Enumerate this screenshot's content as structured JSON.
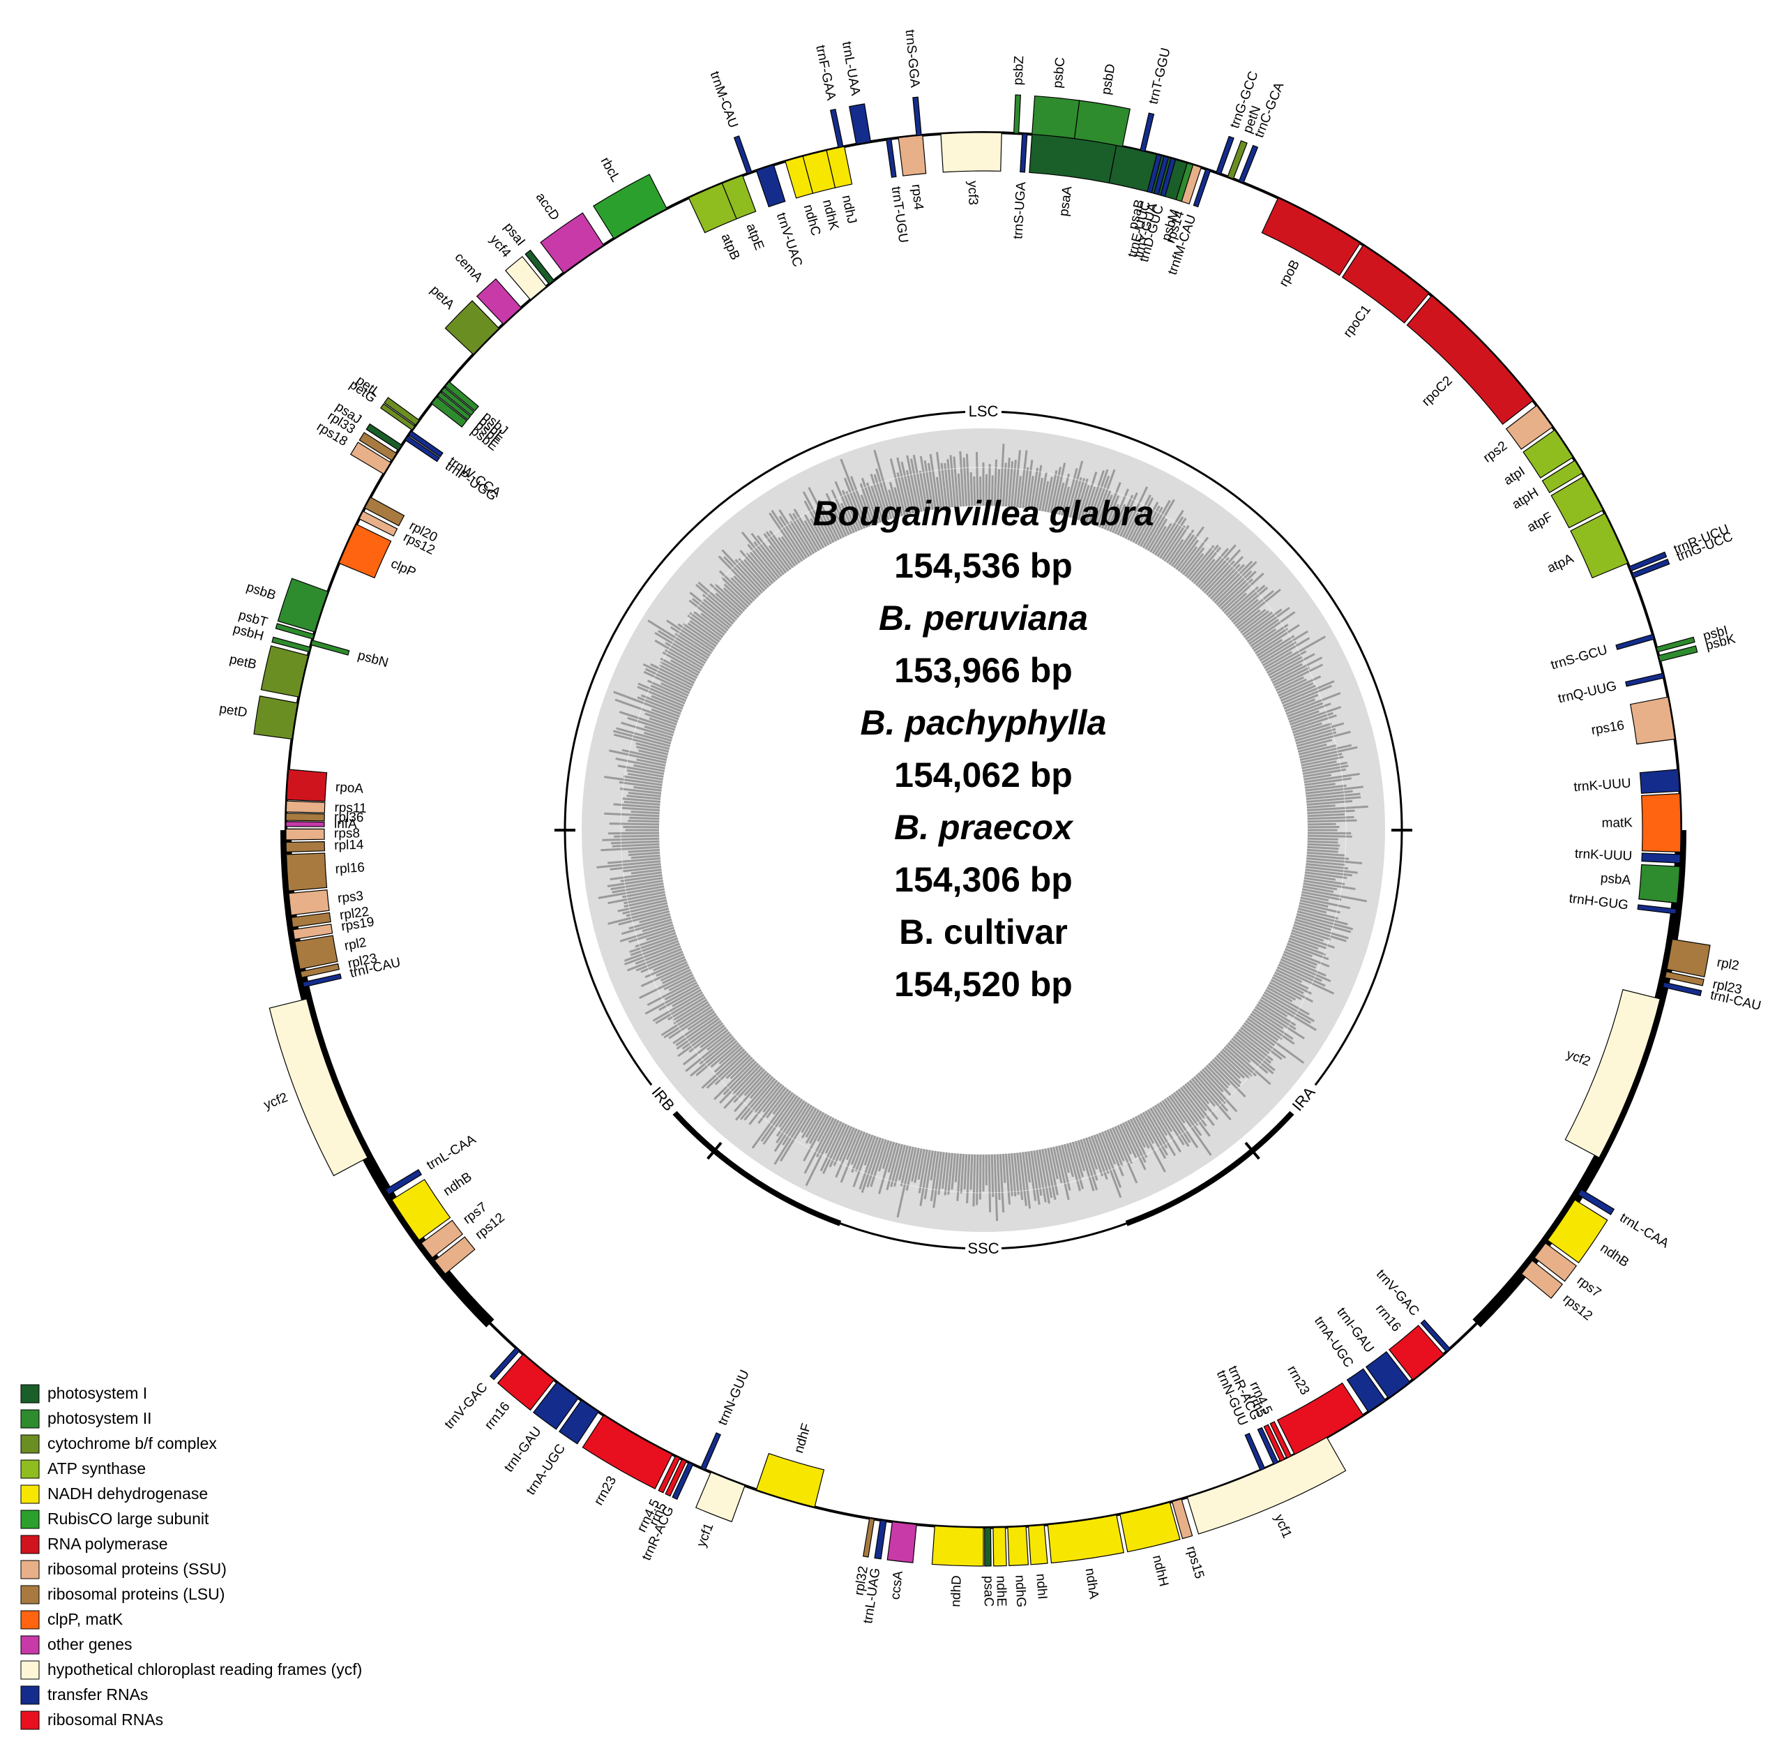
{
  "center": {
    "lines": [
      {
        "text": "Bougainvillea glabra",
        "italic": true
      },
      {
        "text": "154,536 bp",
        "italic": false
      },
      {
        "text": "B. peruviana",
        "italic": true
      },
      {
        "text": "153,966 bp",
        "italic": false
      },
      {
        "text": "B. pachyphylla",
        "italic": true
      },
      {
        "text": "154,062 bp",
        "italic": false
      },
      {
        "text": "B. praecox",
        "italic": true
      },
      {
        "text": "154,306 bp",
        "italic": false
      },
      {
        "text": "B. cultivar",
        "italic": false
      },
      {
        "text": "154,520 bp",
        "italic": false
      }
    ]
  },
  "regions": [
    {
      "label": "LSC",
      "angle": 0
    },
    {
      "label": "IRA",
      "angle": 130
    },
    {
      "label": "SSC",
      "angle": 180
    },
    {
      "label": "IRB",
      "angle": 230
    }
  ],
  "colors": {
    "photosystem_I": "#1a5e2a",
    "photosystem_II": "#2e8b2e",
    "cytb6f": "#6b8e23",
    "atp": "#8fbc1f",
    "ndh": "#f7e600",
    "rubisco": "#2ca02c",
    "rnapol": "#d0141e",
    "ssu": "#e8b088",
    "lsu": "#a87a40",
    "clpp_matk": "#ff6410",
    "other": "#c73aa8",
    "ycf": "#fdf7d8",
    "trna": "#142c8c",
    "rrna": "#e8101e"
  },
  "genes": [
    {
      "name": "psaA",
      "cat": "photosystem_I",
      "a1": 4,
      "a2": 11,
      "side": "in"
    },
    {
      "name": "psaB",
      "cat": "photosystem_I",
      "a1": 11,
      "a2": 17,
      "side": "in"
    },
    {
      "name": "rps14",
      "cat": "ssu",
      "a1": 17.2,
      "a2": 18.2,
      "side": "in"
    },
    {
      "name": "trnfM-CAU",
      "cat": "trna",
      "a1": 18.6,
      "a2": 19,
      "side": "in"
    },
    {
      "name": "trnG-GCC",
      "cat": "trna",
      "a1": 19.5,
      "a2": 19.9,
      "side": "out"
    },
    {
      "name": "ycf3",
      "cat": "ycf",
      "a1": -3.5,
      "a2": 1.5,
      "side": "in"
    },
    {
      "name": "rps4",
      "cat": "ssu",
      "a1": -7,
      "a2": -5,
      "side": "in"
    },
    {
      "name": "trnS-GGA",
      "cat": "trna",
      "a1": -5.5,
      "a2": -5.1,
      "side": "out"
    },
    {
      "name": "trnT-UGU",
      "cat": "trna",
      "a1": -8,
      "a2": -7.6,
      "side": "in"
    },
    {
      "name": "trnL-UAA",
      "cat": "trna",
      "a1": -10.5,
      "a2": -9.3,
      "side": "out"
    },
    {
      "name": "trnF-GAA",
      "cat": "trna",
      "a1": -12,
      "a2": -11.6,
      "side": "out"
    },
    {
      "name": "ndhJ",
      "cat": "ndh",
      "a1": -13,
      "a2": -11.5,
      "side": "in"
    },
    {
      "name": "ndhK",
      "cat": "ndh",
      "a1": -15,
      "a2": -13,
      "side": "in"
    },
    {
      "name": "ndhC",
      "cat": "ndh",
      "a1": -16.5,
      "a2": -15,
      "side": "in"
    },
    {
      "name": "trnV-UAC",
      "cat": "trna",
      "a1": -19,
      "a2": -17.5,
      "side": "in"
    },
    {
      "name": "trnM-CAU",
      "cat": "trna",
      "a1": -19.8,
      "a2": -19.4,
      "side": "out"
    },
    {
      "name": "atpE",
      "cat": "atp",
      "a1": -22,
      "a2": -20.2,
      "side": "in"
    },
    {
      "name": "atpB",
      "cat": "atp",
      "a1": -25,
      "a2": -22,
      "side": "in"
    },
    {
      "name": "rbcL",
      "cat": "rubisco",
      "a1": -32,
      "a2": -27,
      "side": "out"
    },
    {
      "name": "accD",
      "cat": "other",
      "a1": -37,
      "a2": -33,
      "side": "out"
    },
    {
      "name": "psaI",
      "cat": "photosystem_I",
      "a1": -38.5,
      "a2": -38,
      "side": "out"
    },
    {
      "name": "ycf4",
      "cat": "ycf",
      "a1": -40.5,
      "a2": -38.8,
      "side": "out"
    },
    {
      "name": "cemA",
      "cat": "other",
      "a1": -43.5,
      "a2": -41.5,
      "side": "out"
    },
    {
      "name": "petA",
      "cat": "cytb6f",
      "a1": -47,
      "a2": -44,
      "side": "out"
    },
    {
      "name": "psbJ",
      "cat": "photosystem_II",
      "a1": -50.5,
      "a2": -50,
      "side": "in"
    },
    {
      "name": "psbL",
      "cat": "photosystem_II",
      "a1": -51,
      "a2": -50.6,
      "side": "in"
    },
    {
      "name": "psbF",
      "cat": "photosystem_II",
      "a1": -51.5,
      "a2": -51.1,
      "side": "in"
    },
    {
      "name": "psbE",
      "cat": "photosystem_II",
      "a1": -52.3,
      "a2": -51.6,
      "side": "in"
    },
    {
      "name": "petL",
      "cat": "cytb6f",
      "a1": -54.5,
      "a2": -54,
      "side": "out"
    },
    {
      "name": "petG",
      "cat": "cytb6f",
      "a1": -55,
      "a2": -54.6,
      "side": "out"
    },
    {
      "name": "trnW-CCA",
      "cat": "trna",
      "a1": -55.5,
      "a2": -55.1,
      "side": "in"
    },
    {
      "name": "trnP-UGG",
      "cat": "trna",
      "a1": -56,
      "a2": -55.6,
      "side": "in"
    },
    {
      "name": "psaJ",
      "cat": "photosystem_I",
      "a1": -57,
      "a2": -56.5,
      "side": "out"
    },
    {
      "name": "rpl33",
      "cat": "lsu",
      "a1": -58,
      "a2": -57.3,
      "side": "out"
    },
    {
      "name": "rps18",
      "cat": "ssu",
      "a1": -59.3,
      "a2": -58.2,
      "side": "out"
    },
    {
      "name": "rpl20",
      "cat": "lsu",
      "a1": -62.5,
      "a2": -61.5,
      "side": "in"
    },
    {
      "name": "rps12",
      "cat": "ssu",
      "a1": -63.5,
      "a2": -62.8,
      "side": "in"
    },
    {
      "name": "clpP",
      "cat": "clpp_matk",
      "a1": -67.5,
      "a2": -64,
      "side": "in"
    },
    {
      "name": "psbB",
      "cat": "photosystem_II",
      "a1": -73.5,
      "a2": -70,
      "side": "out"
    },
    {
      "name": "psbT",
      "cat": "photosystem_II",
      "a1": -74.1,
      "a2": -73.7,
      "side": "out"
    },
    {
      "name": "psbN",
      "cat": "photosystem_II",
      "a1": -74.6,
      "a2": -74.2,
      "side": "in"
    },
    {
      "name": "psbH",
      "cat": "photosystem_II",
      "a1": -75.2,
      "a2": -74.8,
      "side": "out"
    },
    {
      "name": "petB",
      "cat": "cytb6f",
      "a1": -79,
      "a2": -75.5,
      "side": "out"
    },
    {
      "name": "petD",
      "cat": "cytb6f",
      "a1": -82.5,
      "a2": -79.5,
      "side": "out"
    },
    {
      "name": "rpoA",
      "cat": "rnapol",
      "a1": -87.5,
      "a2": -85,
      "side": "in"
    },
    {
      "name": "rps11",
      "cat": "ssu",
      "a1": -88.5,
      "a2": -87.6,
      "side": "in"
    },
    {
      "name": "rpl36",
      "cat": "lsu",
      "a1": -89.2,
      "a2": -88.6,
      "side": "in"
    },
    {
      "name": "infA",
      "cat": "other",
      "a1": -89.7,
      "a2": -89.3,
      "side": "in"
    },
    {
      "name": "rps8",
      "cat": "ssu",
      "a1": -90.8,
      "a2": -89.9,
      "side": "in"
    },
    {
      "name": "rpl14",
      "cat": "lsu",
      "a1": -91.8,
      "a2": -91,
      "side": "in"
    },
    {
      "name": "rpl16",
      "cat": "lsu",
      "a1": -95,
      "a2": -92,
      "side": "in"
    },
    {
      "name": "rps3",
      "cat": "ssu",
      "a1": -97,
      "a2": -95.2,
      "side": "in"
    },
    {
      "name": "rpl22",
      "cat": "lsu",
      "a1": -98,
      "a2": -97.2,
      "side": "in"
    },
    {
      "name": "rps19",
      "cat": "ssu",
      "a1": -99,
      "a2": -98.2,
      "side": "in"
    },
    {
      "name": "rpl2",
      "cat": "lsu",
      "a1": -101.5,
      "a2": -99.2,
      "side": "in"
    },
    {
      "name": "rpl23",
      "cat": "lsu",
      "a1": -102.2,
      "a2": -101.7,
      "side": "in"
    },
    {
      "name": "trnI-CAU",
      "cat": "trna",
      "a1": -103,
      "a2": -102.6,
      "side": "in"
    },
    {
      "name": "ycf2",
      "cat": "ycf",
      "a1": -118,
      "a2": -104,
      "side": "out"
    },
    {
      "name": "trnL-CAA",
      "cat": "trna",
      "a1": -121.5,
      "a2": -121,
      "side": "in"
    },
    {
      "name": "ndhB",
      "cat": "ndh",
      "a1": -126,
      "a2": -122,
      "side": "in"
    },
    {
      "name": "rps7",
      "cat": "ssu",
      "a1": -127.8,
      "a2": -126.3,
      "side": "in"
    },
    {
      "name": "rps12",
      "cat": "ssu",
      "a1": -129.5,
      "a2": -128.1,
      "side": "in"
    },
    {
      "name": "trnV-GAC",
      "cat": "trna",
      "a1": -138.3,
      "a2": -137.9,
      "side": "out"
    },
    {
      "name": "rrn16",
      "cat": "rrna",
      "a1": -142,
      "a2": -138.7,
      "side": "out"
    },
    {
      "name": "trnI-GAU",
      "cat": "trna",
      "a1": -144.5,
      "a2": -142.3,
      "side": "out"
    },
    {
      "name": "trnA-UGC",
      "cat": "trna",
      "a1": -146.5,
      "a2": -144.8,
      "side": "out"
    },
    {
      "name": "rrn23",
      "cat": "rrna",
      "a1": -153.5,
      "a2": -147,
      "side": "out"
    },
    {
      "name": "rrn4.5",
      "cat": "rrna",
      "a1": -154.2,
      "a2": -153.8,
      "side": "out"
    },
    {
      "name": "rrn5",
      "cat": "rrna",
      "a1": -154.8,
      "a2": -154.4,
      "side": "out"
    },
    {
      "name": "trnR-ACG",
      "cat": "trna",
      "a1": -155.4,
      "a2": -155,
      "side": "out"
    },
    {
      "name": "trnN-GUU",
      "cat": "trna",
      "a1": -156.5,
      "a2": -156.1,
      "side": "in"
    },
    {
      "name": "ycf1",
      "cat": "ycf",
      "a1": -160,
      "a2": -157,
      "side": "out"
    },
    {
      "name": "ndhF",
      "cat": "ndh",
      "a1": -166,
      "a2": -161,
      "side": "in"
    },
    {
      "name": "rpl32",
      "cat": "lsu",
      "a1": -171,
      "a2": -170.6,
      "side": "out"
    },
    {
      "name": "trnL-UAG",
      "cat": "trna",
      "a1": -172,
      "a2": -171.5,
      "side": "out"
    },
    {
      "name": "ccsA",
      "cat": "other",
      "a1": -174.5,
      "a2": -172.5,
      "side": "out"
    },
    {
      "name": "ndhD",
      "cat": "ndh",
      "a1": -180,
      "a2": -176,
      "side": "out"
    },
    {
      "name": "psaC",
      "cat": "photosystem_I",
      "a1": -180.6,
      "a2": -180.1,
      "side": "out"
    },
    {
      "name": "ndhE",
      "cat": "ndh",
      "a1": -181.8,
      "a2": -180.8,
      "side": "out"
    },
    {
      "name": "ndhG",
      "cat": "ndh",
      "a1": -183.5,
      "a2": -182,
      "side": "out"
    },
    {
      "name": "ndhI",
      "cat": "ndh",
      "a1": -185,
      "a2": -183.7,
      "side": "out"
    },
    {
      "name": "ndhA",
      "cat": "ndh",
      "a1": -191,
      "a2": -185.3,
      "side": "out"
    },
    {
      "name": "ndhH",
      "cat": "ndh",
      "a1": -195.5,
      "a2": -191.3,
      "side": "out"
    },
    {
      "name": "rps15",
      "cat": "ssu",
      "a1": -196.5,
      "a2": -195.7,
      "side": "out"
    },
    {
      "name": "ycf1",
      "cat": "ycf",
      "a1": -209.5,
      "a2": -197,
      "side": "out"
    },
    {
      "name": "trnN-GUU",
      "cat": "trna",
      "a1": -203.8,
      "a2": -203.4,
      "side": "in"
    },
    {
      "name": "trnR-ACG",
      "cat": "trna",
      "a1": -205,
      "a2": -204.6,
      "side": "in"
    },
    {
      "name": "rrn5",
      "cat": "rrna",
      "a1": -205.6,
      "a2": -205.2,
      "side": "in"
    },
    {
      "name": "rrn4.5",
      "cat": "rrna",
      "a1": -206.2,
      "a2": -205.8,
      "side": "in"
    },
    {
      "name": "rrn23",
      "cat": "rrna",
      "a1": -213,
      "a2": -206.5,
      "side": "in"
    },
    {
      "name": "trnA-UGC",
      "cat": "trna",
      "a1": -215.2,
      "a2": -213.5,
      "side": "in"
    },
    {
      "name": "trnI-GAU",
      "cat": "trna",
      "a1": -217.7,
      "a2": -215.5,
      "side": "in"
    },
    {
      "name": "rrn16",
      "cat": "rrna",
      "a1": -221.3,
      "a2": -218,
      "side": "in"
    },
    {
      "name": "trnV-GAC",
      "cat": "trna",
      "a1": -222,
      "a2": -221.6,
      "side": "in"
    },
    {
      "name": "rps12",
      "cat": "ssu",
      "a1": -231.9,
      "a2": -230.5,
      "side": "out"
    },
    {
      "name": "rps7",
      "cat": "ssu",
      "a1": -233.7,
      "a2": -232.2,
      "side": "out"
    },
    {
      "name": "ndhB",
      "cat": "ndh",
      "a1": -238,
      "a2": -234,
      "side": "out"
    },
    {
      "name": "trnL-CAA",
      "cat": "trna",
      "a1": -239,
      "a2": -238.5,
      "side": "out"
    },
    {
      "name": "ycf2",
      "cat": "ycf",
      "a1": -256,
      "a2": -242,
      "side": "in"
    },
    {
      "name": "trnI-CAU",
      "cat": "trna",
      "a1": -257.4,
      "a2": -257,
      "side": "out"
    },
    {
      "name": "rpl23",
      "cat": "lsu",
      "a1": -258.3,
      "a2": -257.8,
      "side": "out"
    },
    {
      "name": "rpl2",
      "cat": "lsu",
      "a1": -261,
      "a2": -258.5,
      "side": "out"
    },
    {
      "name": "trnH-GUG",
      "cat": "trna",
      "a1": -263.5,
      "a2": -263.1,
      "side": "in"
    },
    {
      "name": "psbA",
      "cat": "photosystem_II",
      "a1": -267,
      "a2": -264,
      "side": "in"
    },
    {
      "name": "trnK-UUU",
      "cat": "trna",
      "a1": -268,
      "a2": -267.3,
      "side": "in"
    },
    {
      "name": "matK",
      "cat": "clpp_matk",
      "a1": -273,
      "a2": -268.2,
      "side": "in"
    },
    {
      "name": "trnK-UUU",
      "cat": "trna",
      "a1": -275,
      "a2": -273.2,
      "side": "in"
    },
    {
      "name": "rps16",
      "cat": "ssu",
      "a1": -281,
      "a2": -277.5,
      "side": "in"
    },
    {
      "name": "trnQ-UUG",
      "cat": "trna",
      "a1": -283,
      "a2": -282.6,
      "side": "in"
    },
    {
      "name": "psbK",
      "cat": "photosystem_II",
      "a1": -284.5,
      "a2": -284,
      "side": "out"
    },
    {
      "name": "psbI",
      "cat": "photosystem_II",
      "a1": -285.2,
      "a2": -284.8,
      "side": "out"
    },
    {
      "name": "trnS-GCU",
      "cat": "trna",
      "a1": -286.3,
      "a2": -285.9,
      "side": "in"
    },
    {
      "name": "trnG-UCC",
      "cat": "trna",
      "a1": -291.6,
      "a2": -291.2,
      "side": "out"
    },
    {
      "name": "trnR-UCU",
      "cat": "trna",
      "a1": -292.2,
      "a2": -291.8,
      "side": "out"
    },
    {
      "name": "atpA",
      "cat": "atp",
      "a1": -297,
      "a2": -292.5,
      "side": "in"
    },
    {
      "name": "atpF",
      "cat": "atp",
      "a1": -300.5,
      "a2": -297.3,
      "side": "in"
    },
    {
      "name": "atpH",
      "cat": "atp",
      "a1": -302,
      "a2": -300.8,
      "side": "in"
    },
    {
      "name": "atpI",
      "cat": "atp",
      "a1": -305,
      "a2": -302.3,
      "side": "in"
    },
    {
      "name": "rps2",
      "cat": "ssu",
      "a1": -307.5,
      "a2": -305.3,
      "side": "in"
    },
    {
      "name": "rpoC2",
      "cat": "rnapol",
      "a1": -320,
      "a2": -308,
      "side": "in"
    },
    {
      "name": "rpoC1",
      "cat": "rnapol",
      "a1": -327,
      "a2": -320.3,
      "side": "in"
    },
    {
      "name": "rpoB",
      "cat": "rnapol",
      "a1": -335,
      "a2": -327.3,
      "side": "in"
    },
    {
      "name": "trnC-GCA",
      "cat": "trna",
      "a1": -338.5,
      "a2": -338.1,
      "side": "out"
    },
    {
      "name": "petN",
      "cat": "cytb6f",
      "a1": -339.5,
      "a2": -339,
      "side": "out"
    },
    {
      "name": "psbM",
      "cat": "photosystem_II",
      "a1": -343,
      "a2": -342.5,
      "side": "in"
    },
    {
      "name": "trnD-GUC",
      "cat": "trna",
      "a1": -344.4,
      "a2": -344,
      "side": "in"
    },
    {
      "name": "trnY-GUA",
      "cat": "trna",
      "a1": -345,
      "a2": -344.6,
      "side": "in"
    },
    {
      "name": "trnE-UUC",
      "cat": "trna",
      "a1": -345.6,
      "a2": -345.2,
      "side": "in"
    },
    {
      "name": "trnT-GGU",
      "cat": "trna",
      "a1": -347,
      "a2": -346.6,
      "side": "out"
    },
    {
      "name": "psbD",
      "cat": "photosystem_II",
      "a1": -352.5,
      "a2": -348.5,
      "side": "out"
    },
    {
      "name": "psbC",
      "cat": "photosystem_II",
      "a1": -356,
      "a2": -352.5,
      "side": "out"
    },
    {
      "name": "trnS-UGA",
      "cat": "trna",
      "a1": -356.8,
      "a2": -356.4,
      "side": "in"
    },
    {
      "name": "psbZ",
      "cat": "photosystem_II",
      "a1": -357.5,
      "a2": -357.1,
      "side": "out"
    }
  ],
  "legend": [
    {
      "label": "photosystem I",
      "cat": "photosystem_I"
    },
    {
      "label": "photosystem II",
      "cat": "photosystem_II"
    },
    {
      "label": "cytochrome b/f complex",
      "cat": "cytb6f"
    },
    {
      "label": "ATP synthase",
      "cat": "atp"
    },
    {
      "label": "NADH dehydrogenase",
      "cat": "ndh"
    },
    {
      "label": "RubisCO large subunit",
      "cat": "rubisco"
    },
    {
      "label": "RNA polymerase",
      "cat": "rnapol"
    },
    {
      "label": "ribosomal proteins (SSU)",
      "cat": "ssu"
    },
    {
      "label": "ribosomal proteins (LSU)",
      "cat": "lsu"
    },
    {
      "label": "clpP, matK",
      "cat": "clpp_matk"
    },
    {
      "label": "other genes",
      "cat": "other"
    },
    {
      "label": "hypothetical chloroplast reading frames (ycf)",
      "cat": "ycf"
    },
    {
      "label": "transfer RNAs",
      "cat": "trna"
    },
    {
      "label": "ribosomal RNAs",
      "cat": "rrna"
    }
  ]
}
